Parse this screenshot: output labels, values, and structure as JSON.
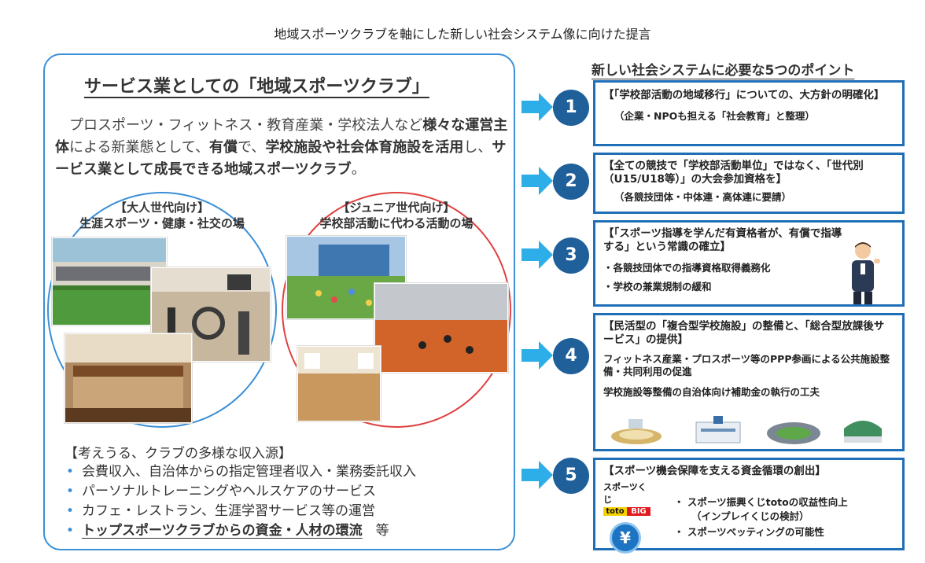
{
  "page_title": "地域スポーツクラブを軸にした新しい社会システム像に向けた提言",
  "left": {
    "heading": "サービス業としての「地域スポーツクラブ」",
    "intro": {
      "p1": "プロスポーツ・フィットネス・教育産業・学校法人など",
      "b1": "様々な運営主体",
      "p2": "による新業態として、",
      "b2": "有償",
      "p3": "で、",
      "b3": "学校施設や社会体育施設を活用",
      "p4": "し、",
      "b4": "サービス業として成長できる地域スポーツクラブ",
      "p5": "。"
    },
    "adult": {
      "title_line1": "【大人世代向け】",
      "title_line2": "生涯スポーツ・健康・社交の場"
    },
    "junior": {
      "title_line1": "【ジュニア世代向け】",
      "title_line2": "学校部活動に代わる活動の場"
    },
    "revenue": {
      "heading": "【考えうる、クラブの多様な収入源】",
      "items": [
        "会費収入、自治体からの指定管理者収入・業務委託収入",
        "パーソナルトレーニングやヘルスケアのサービス",
        "カフェ・レストラン、生涯学習サービス等の運営"
      ],
      "last_strong": "トップスポーツクラブからの資金・人材の環流",
      "last_suffix": "　等",
      "bullet": "•"
    }
  },
  "right": {
    "heading": "新しい社会システムに必要な5つのポイント",
    "points": [
      {
        "num": "1",
        "title": "【「学校部活動の地域移行」についての、大方針の明確化】",
        "subs": [
          "（企業・NPOも担える「社会教育」と整理）"
        ]
      },
      {
        "num": "2",
        "title": "【全ての競技で「学校部活動単位」ではなく、「世代別（U15/U18等）」の大会参加資格を】",
        "subs": [
          "（各競技団体・中体連・高体連に要請）"
        ]
      },
      {
        "num": "3",
        "title": "【「スポーツ指導を学んだ有資格者が、有償で指導する」という常識の確立】",
        "subs": [
          "・各競技団体での指導資格取得義務化",
          "・学校の兼業規制の緩和"
        ]
      },
      {
        "num": "4",
        "title": "【民活型の「複合型学校施設」の整備と、「総合型放課後サービス」の提供】",
        "subs": [
          "フィットネス産業・プロスポーツ等のPPP参画による公共施設整備・共同利用の促進",
          "学校施設等整備の自治体向け補助金の執行の工夫"
        ]
      },
      {
        "num": "5",
        "title": "【スポーツ機会保障を支える資金循環の創出】",
        "subs": [
          "・ スポーツ振興くじtotoの収益性向上",
          "（インプレイくじの検討）",
          "・ スポーツベッティングの可能性"
        ]
      }
    ],
    "logo": {
      "brand": "スポーツくじ",
      "toto": "toto",
      "big": "BIG",
      "yen": "¥"
    }
  },
  "colors": {
    "blue_border": "#3b8fd6",
    "red_border": "#e04040",
    "box_border": "#1f6fb8",
    "number_fill": "#1f5f9a",
    "arrow": "#2eaee8"
  }
}
